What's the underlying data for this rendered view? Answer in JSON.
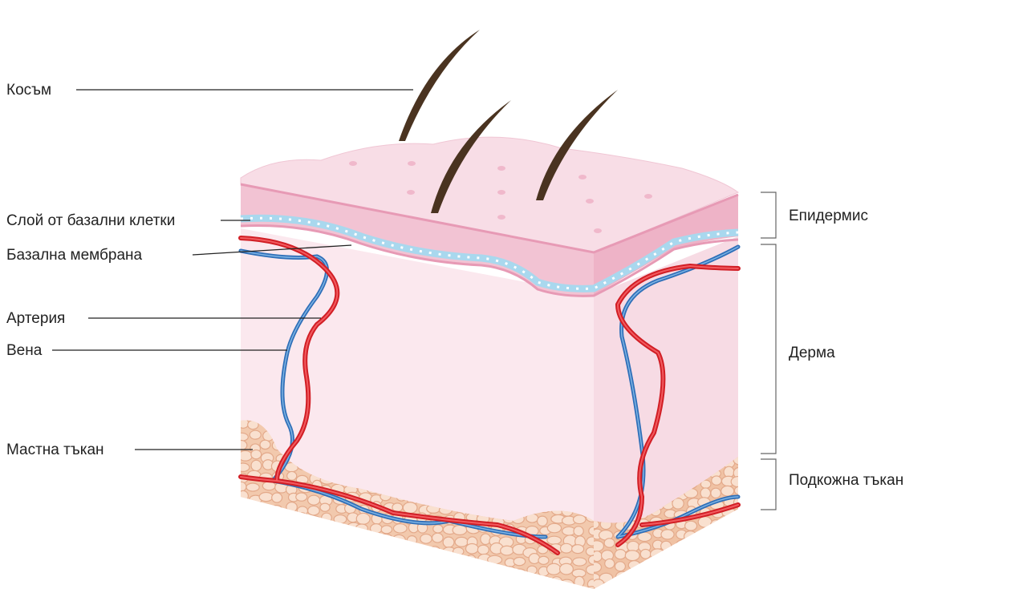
{
  "labels_left": {
    "hair": "Косъм",
    "basal_cell_layer": "Слой от базални клетки",
    "basement_membrane": "Базална мембрана",
    "artery": "Артерия",
    "vein": "Вена",
    "fat_tissue": "Мастна тъкан"
  },
  "labels_right": {
    "epidermis": "Епидермис",
    "dermis": "Дерма",
    "subcutaneous": "Подкожна тъкан"
  },
  "colors": {
    "epidermis_top": "#f8dde6",
    "epidermis_side": "#efb9cc",
    "dermis": "#fbe8ee",
    "basal_cells": "#a9d8ee",
    "artery": "#e8262c",
    "vein": "#2f6fb8",
    "fat": "#f2c9ad",
    "hair": "#4a3320"
  }
}
